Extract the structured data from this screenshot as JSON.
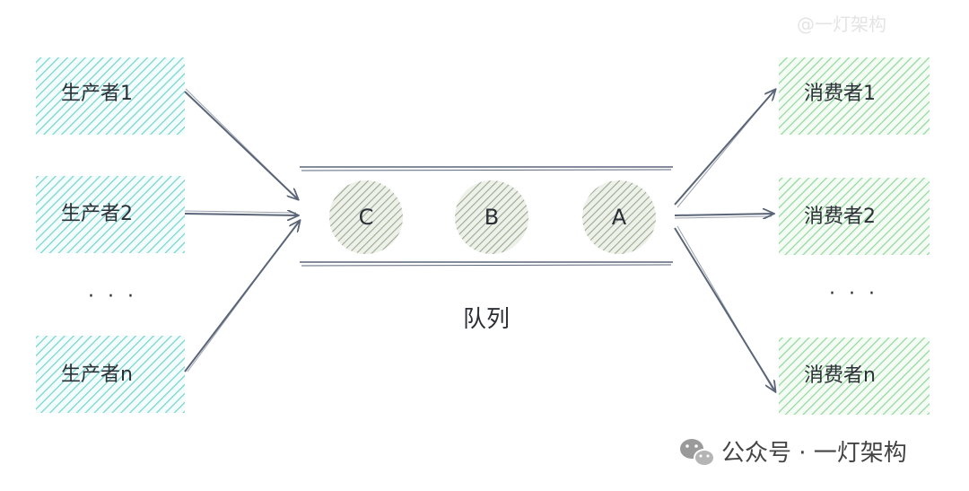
{
  "watermark": "@一灯架构",
  "producers": [
    {
      "label": "生产者1"
    },
    {
      "label": "生产者2"
    },
    {
      "label": "生产者n"
    }
  ],
  "producer_ellipsis": "· · ·",
  "queue": {
    "label": "队列",
    "items": [
      "C",
      "B",
      "A"
    ]
  },
  "consumers": [
    {
      "label": "消费者1"
    },
    {
      "label": "消费者2"
    },
    {
      "label": "消费者n"
    }
  ],
  "consumer_ellipsis": "· · ·",
  "footer": {
    "icon": "wechat-icon",
    "text": "公众号 · 一灯架构"
  },
  "colors": {
    "producer_hatch": "#6fd3cf",
    "consumer_hatch": "#8fd79a",
    "node_hatch": "#9aaa90",
    "arrow": "#5b6578"
  }
}
